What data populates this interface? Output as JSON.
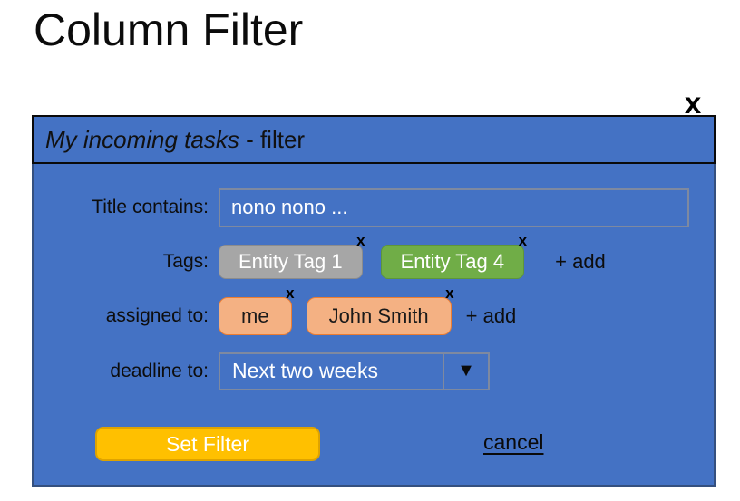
{
  "page": {
    "title": "Column Filter"
  },
  "dialog": {
    "close_label": "x",
    "header": {
      "title_italic": "My incoming tasks",
      "title_suffix": " - filter"
    },
    "colors": {
      "dialog_blue": "#4472C4",
      "gray_chip": "#A6A6A6",
      "green_chip": "#70AD47",
      "salmon_chip": "#F4B183",
      "salmon_border": "#ED7D31",
      "submit_button": "#FFC000"
    },
    "rows": {
      "title_contains": {
        "label": "Title contains:",
        "value": "nono nono ..."
      },
      "tags": {
        "label": "Tags:",
        "chips": [
          {
            "label": "Entity Tag 1",
            "remove_label": "x"
          },
          {
            "label": "Entity Tag 4",
            "remove_label": "x"
          }
        ],
        "add_label": "+ add"
      },
      "assigned": {
        "label": "assigned to:",
        "chips": [
          {
            "label": "me",
            "remove_label": "x"
          },
          {
            "label": "John Smith",
            "remove_label": "x"
          }
        ],
        "add_label": "+ add"
      },
      "deadline": {
        "label": "deadline to:",
        "value": "Next two weeks",
        "dropdown_icon": "▼"
      },
      "actions": {
        "submit_label": "Set Filter",
        "cancel_label": "cancel"
      }
    }
  }
}
